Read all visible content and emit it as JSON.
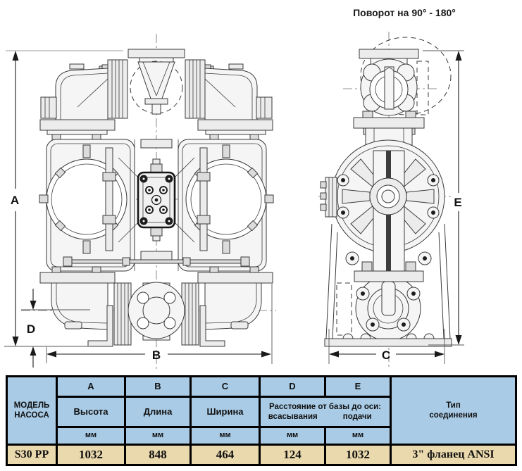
{
  "annotation": "Поворот на 90° - 180°",
  "dim_labels": {
    "a": "A",
    "b": "B",
    "c": "C",
    "d": "D",
    "e": "E"
  },
  "table": {
    "model_header_line1": "МОДЕЛЬ",
    "model_header_line2": "НАСОСА",
    "columns": [
      {
        "letter": "A",
        "name": "Высота",
        "unit": "мм"
      },
      {
        "letter": "B",
        "name": "Длина",
        "unit": "мм"
      },
      {
        "letter": "C",
        "name": "Ширина",
        "unit": "мм"
      },
      {
        "letter": "D",
        "unit": "мм"
      },
      {
        "letter": "E",
        "unit": "мм"
      }
    ],
    "de_group_header": "Расстояние от базы до оси:",
    "de_sub_headers": [
      "всасывания",
      "подачи"
    ],
    "type_header_line1": "Тип",
    "type_header_line2": "соединения",
    "row": {
      "model": "S30 PP",
      "A": "1032",
      "B": "848",
      "C": "464",
      "D": "124",
      "E": "1032",
      "connection": "3\" фланец ANSI"
    }
  },
  "colors": {
    "table_header_bg": "#a9cbe6",
    "table_row_bg": "#ebd9ae",
    "table_border": "#000000",
    "drawing_line": "#3a3a3a",
    "background": "#ffffff"
  }
}
